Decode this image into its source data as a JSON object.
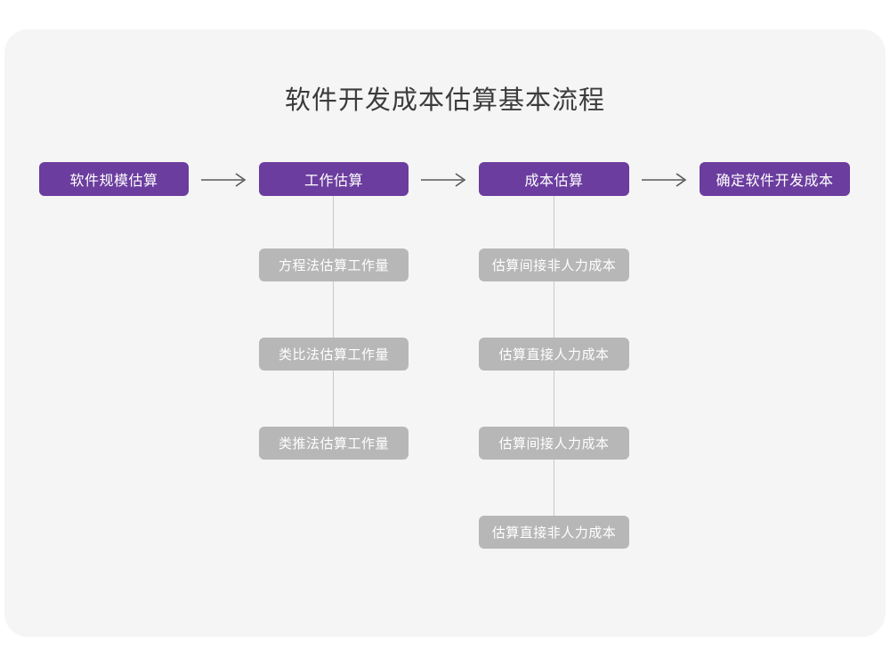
{
  "page": {
    "title": "软件开发成本估算基本流程",
    "background_color": "#ffffff",
    "card_color": "#f5f5f5"
  },
  "colors": {
    "primary_node": "#6b3d9e",
    "secondary_node": "#b7b7b7",
    "node_text": "#ffffff",
    "title_text": "#3c3c3c",
    "connector": "#c9c9c9",
    "arrow": "#595959"
  },
  "chart_data": {
    "type": "diagram",
    "title": "软件开发成本估算基本流程",
    "orientation": "horizontal-flow-with-vertical-children",
    "main_flow": [
      {
        "id": "step1",
        "label": "软件规模估算",
        "children": []
      },
      {
        "id": "step2",
        "label": "工作估算",
        "children": [
          "方程法估算工作量",
          "类比法估算工作量",
          "类推法估算工作量"
        ]
      },
      {
        "id": "step3",
        "label": "成本估算",
        "children": [
          "估算间接非人力成本",
          "估算直接人力成本",
          "估算间接人力成本",
          "估算直接非人力成本"
        ]
      },
      {
        "id": "step4",
        "label": "确定软件开发成本",
        "children": []
      }
    ],
    "connectors": [
      {
        "from": "step1",
        "to": "step2",
        "type": "arrow"
      },
      {
        "from": "step2",
        "to": "step3",
        "type": "arrow"
      },
      {
        "from": "step3",
        "to": "step4",
        "type": "arrow"
      }
    ]
  },
  "nodes": {
    "step1": {
      "label": "软件规模估算"
    },
    "step2": {
      "label": "工作估算"
    },
    "step3": {
      "label": "成本估算"
    },
    "step4": {
      "label": "确定软件开发成本"
    },
    "work_1": {
      "label": "方程法估算工作量"
    },
    "work_2": {
      "label": "类比法估算工作量"
    },
    "work_3": {
      "label": "类推法估算工作量"
    },
    "cost_1": {
      "label": "估算间接非人力成本"
    },
    "cost_2": {
      "label": "估算直接人力成本"
    },
    "cost_3": {
      "label": "估算间接人力成本"
    },
    "cost_4": {
      "label": "估算直接非人力成本"
    }
  }
}
